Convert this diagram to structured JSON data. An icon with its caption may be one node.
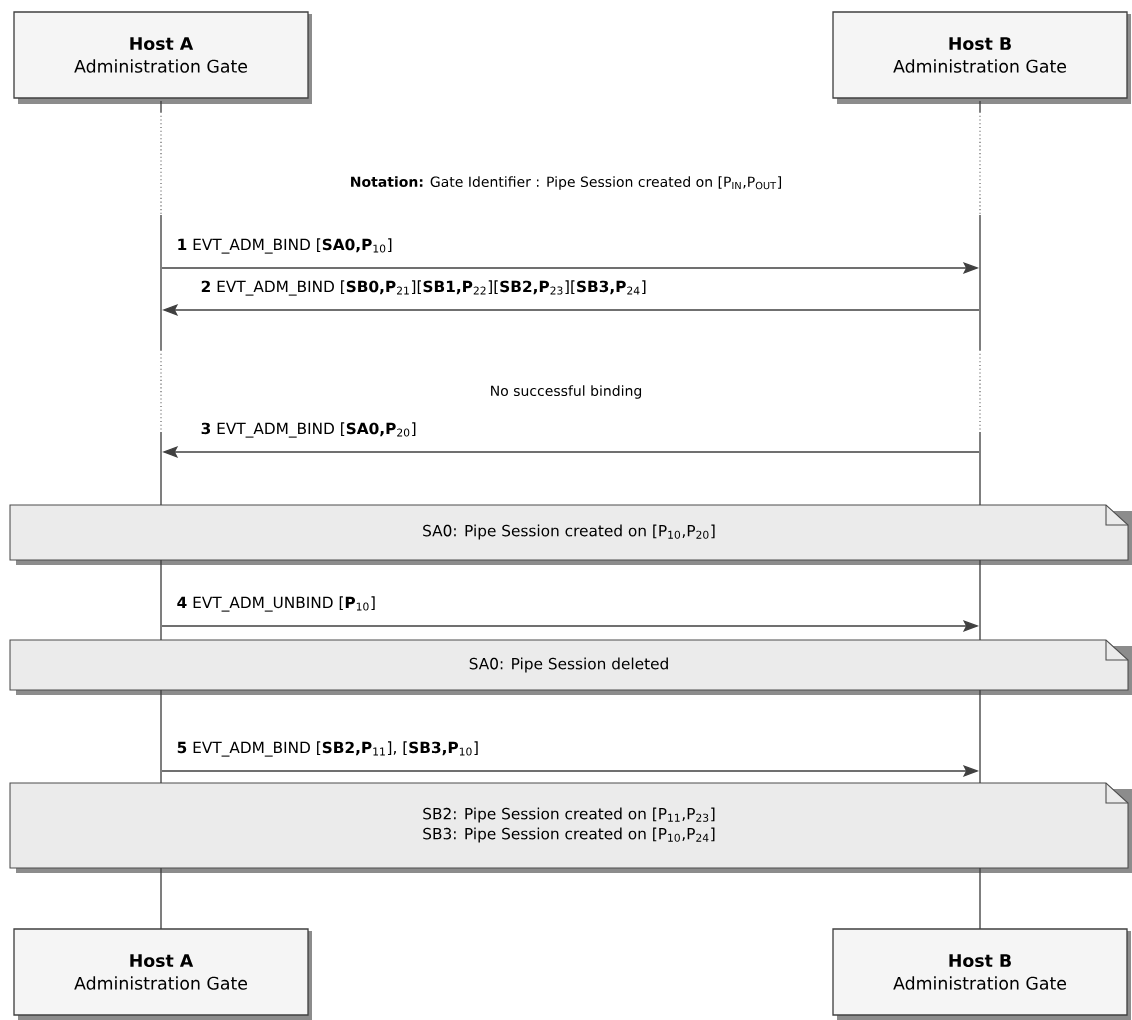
{
  "diagram": {
    "nodes": [
      {
        "text": [
          "Host A",
          "Administration Gate"
        ]
      },
      {
        "text": [
          "Host B",
          "Administration Gate"
        ]
      },
      {
        "text": [
          "Host A",
          "Administration Gate"
        ]
      },
      {
        "text": [
          "Host B",
          "Administration Gate"
        ]
      },
      {
        "text": [
          "SA0: Pipe Session created on [P$_{10}$,P$_{20}$]"
        ]
      },
      {
        "text": [
          "SA0: Pipe Session deleted"
        ]
      },
      {
        "text": [
          "SB2: Pipe Session created on [P$_{11}$,P$_{23}$]",
          "SB3: Pipe Session created on [P$_{10}$,P$_{24}$]"
        ]
      },
      {
        "text": [],
        "shape": "line"
      },
      {
        "text": [],
        "shape": "line"
      }
    ],
    "edges": [
      {
        "from": 7,
        "to": 8,
        "arrow": "to",
        "label": "**1** EVT_ADM_BIND [**SA0,P**$_{10}$]"
      },
      {
        "from": 8,
        "to": 7,
        "arrow": "to",
        "label": "**2** EVT_ADM_BIND [**SB0,P**$_{21}$][**SB1,P**$_{22}$][**SB2,P**$_{23}$][**SB3,P**$_{24}$]"
      },
      {
        "from": 8,
        "to": 7,
        "arrow": "to",
        "label": "**3** EVT_ADM_BIND [**SA0,P**$_{20}$]"
      },
      {
        "from": 7,
        "to": 8,
        "arrow": "to",
        "label": "**4** EVT_ADM_UNBIND [**P**$_{10}$]"
      },
      {
        "from": 7,
        "to": 8,
        "arrow": "to",
        "label": "**5** EVT_ADM_BIND [**SB2,P**$_{11}$], [**SB3,P**$_{10}$]"
      }
    ],
    "labels": [
      "**Notation:** Gate Identifier : Pipe Session created on [P$_{IN}$,P$_{OUT}$]",
      "No successful binding"
    ]
  }
}
